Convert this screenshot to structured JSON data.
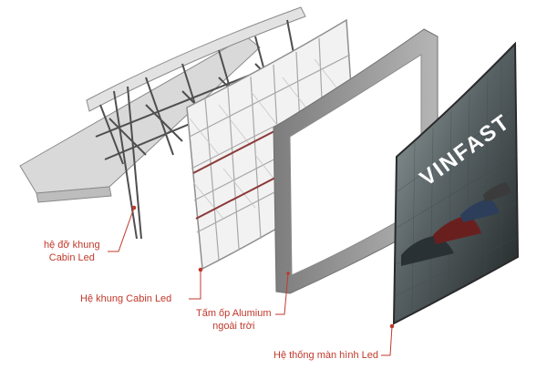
{
  "diagram": {
    "components": [
      {
        "id": "support",
        "label_line1": "hệ đỡ khung",
        "label_line2": "Cabin Led"
      },
      {
        "id": "frame",
        "label_line1": "Hệ khung Cabin Led"
      },
      {
        "id": "panel",
        "label_line1": "Tấm ốp Alumium",
        "label_line2": "ngoài trời"
      },
      {
        "id": "screen",
        "label_line1": "Hệ thống màn hình Led"
      }
    ],
    "screen_brand_text": "VINFAST",
    "colors": {
      "label": "#c0392b",
      "steel": "#6f6f6f",
      "frame": "#b9b9b9",
      "cladding": "#8f8f8f",
      "screen_dark": "#2f3b3f"
    }
  }
}
